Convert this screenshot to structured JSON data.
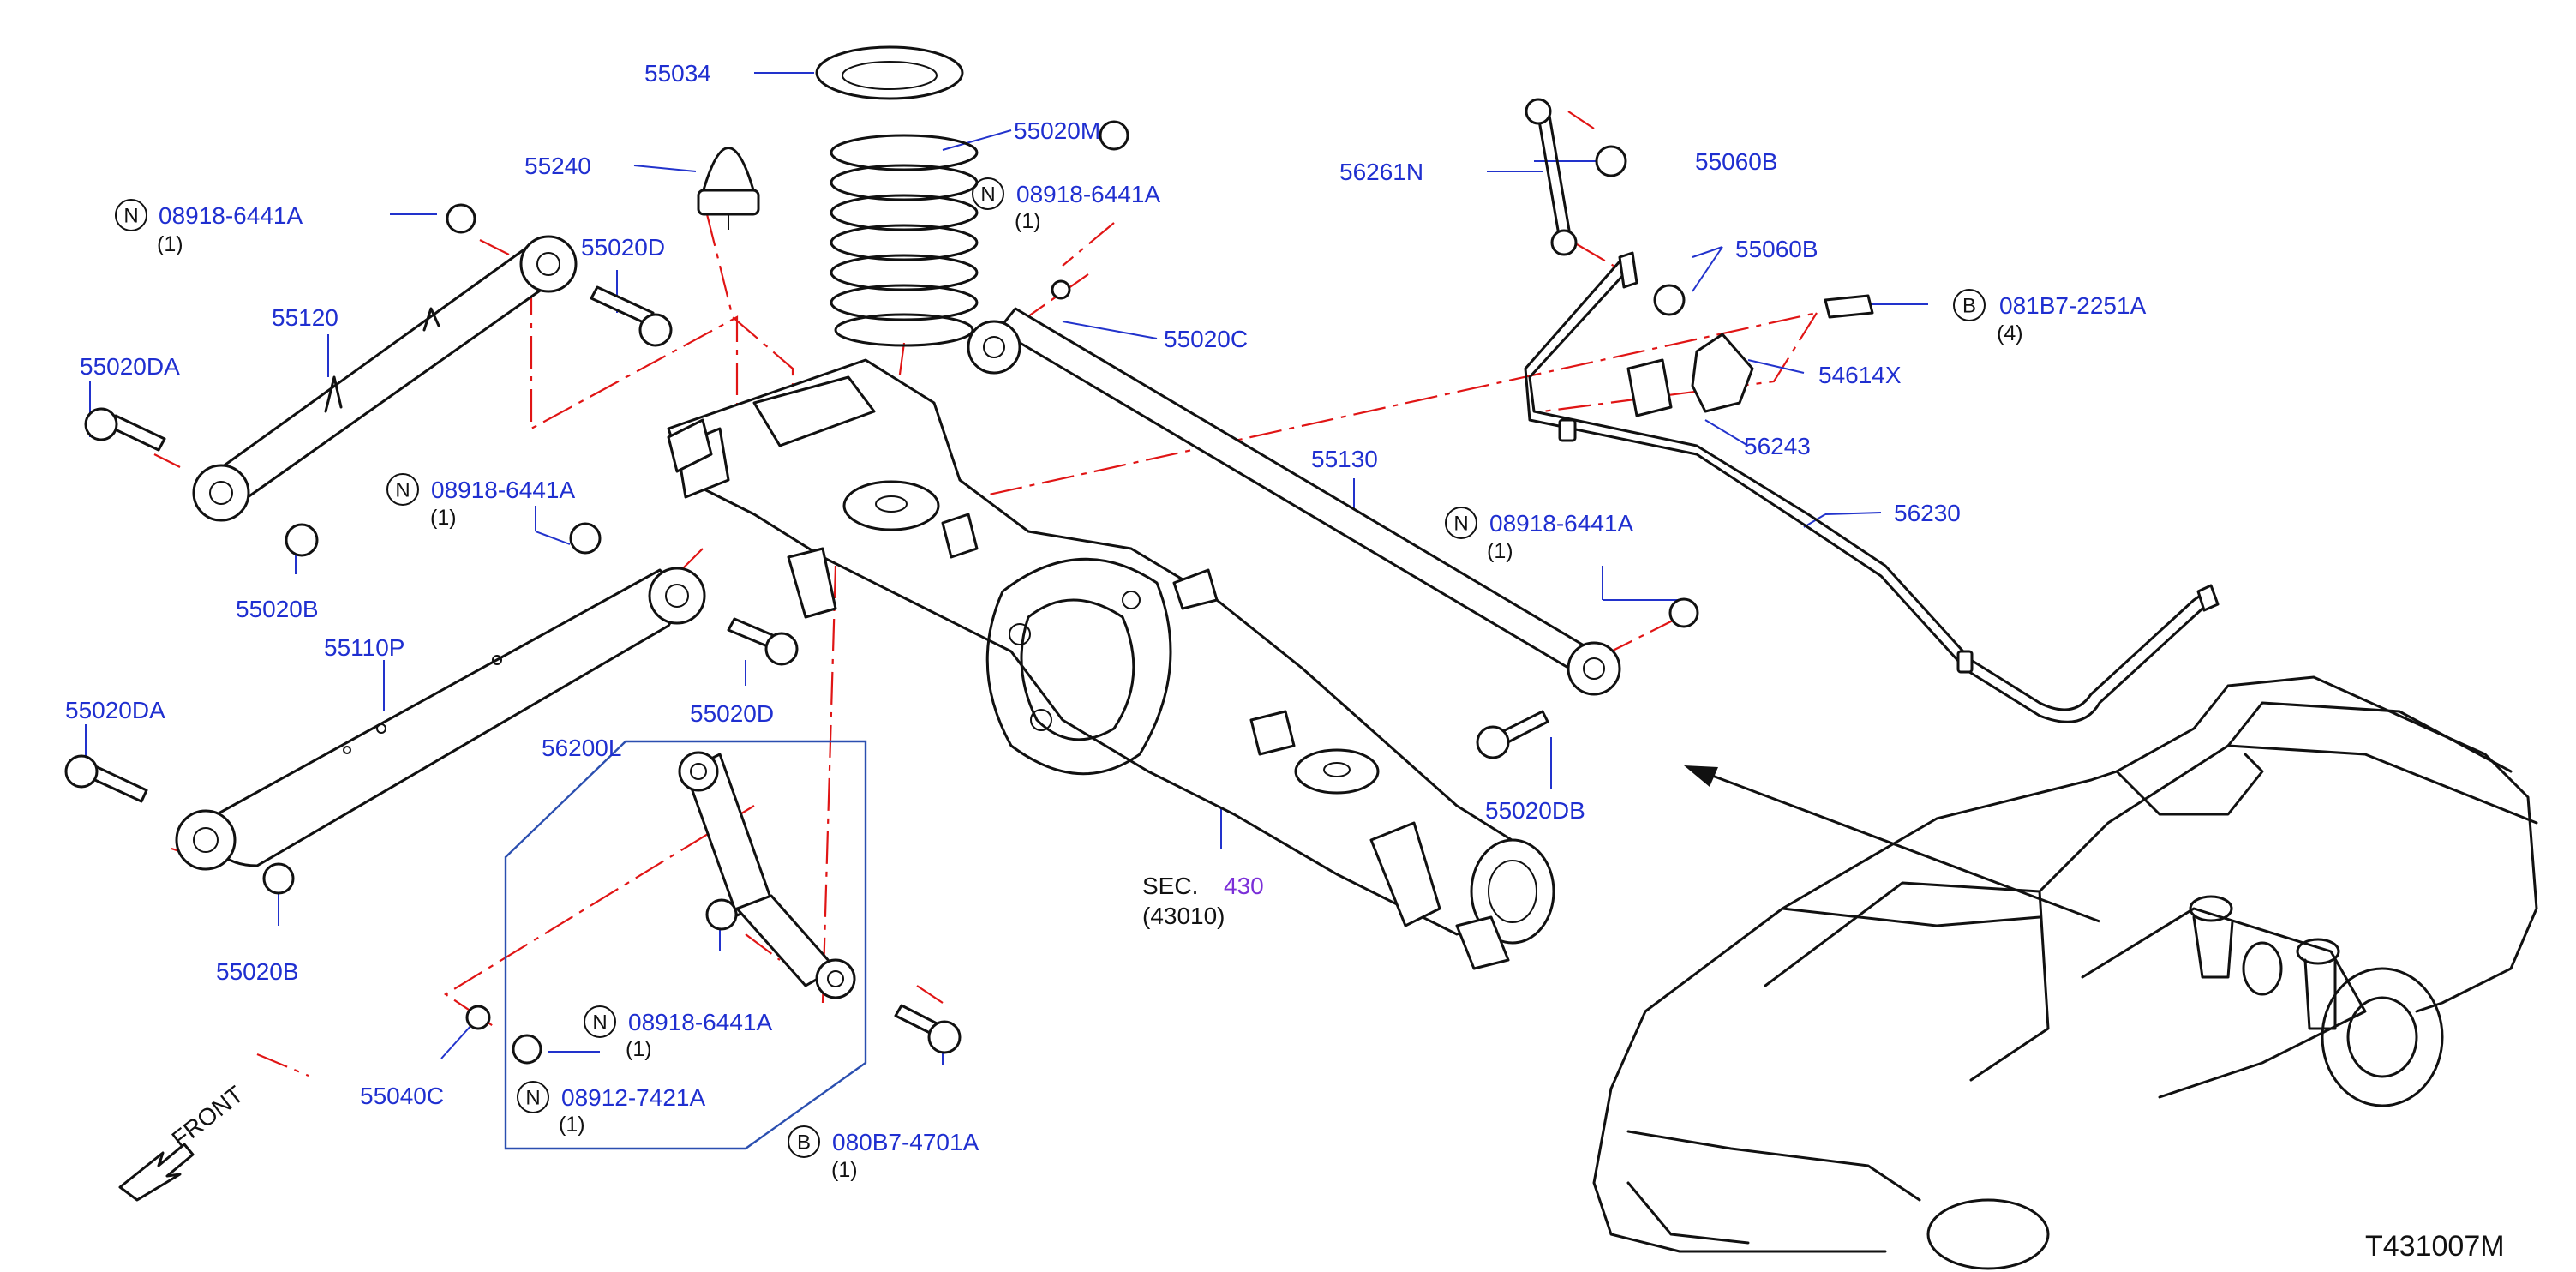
{
  "labels": {
    "p55034": "55034",
    "p55020M": "55020M",
    "p55240": "55240",
    "n1_code": "08918-6441A",
    "n1_qty": "(1)",
    "p55020D_top": "55020D",
    "p55120": "55120",
    "p55020DA_top": "55020DA",
    "p55020B_top": "55020B",
    "n2_code": "08918-6441A",
    "n2_qty": "(1)",
    "p55110P": "55110P",
    "p55020D_mid": "55020D",
    "p55020DA_bot": "55020DA",
    "p55020B_bot": "55020B",
    "p56200L": "56200L",
    "n3_code": "08918-6441A",
    "n3_qty": "(1)",
    "p55020C": "55020C",
    "p56261N": "56261N",
    "p55060B_a": "55060B",
    "p55060B_b": "55060B",
    "b1_code": "081B7-2251A",
    "b1_qty": "(4)",
    "p54614X": "54614X",
    "p56243": "56243",
    "p55130": "55130",
    "p56230": "56230",
    "n4_code": "08918-6441A",
    "n4_qty": "(1)",
    "p55020DB": "55020DB",
    "sec_label": "SEC.",
    "sec_num": "430",
    "sec_sub": "(43010)",
    "n5_code": "08918-6441A",
    "n5_qty": "(1)",
    "p55040C": "55040C",
    "n6_code": "08912-7421A",
    "n6_qty": "(1)",
    "b2_code": "080B7-4701A",
    "b2_qty": "(1)",
    "front": "FRONT",
    "ref_code": "T431007M"
  },
  "badges": {
    "nut": "N",
    "bolt": "B"
  },
  "colors": {
    "part_number": "#1f2fd0",
    "section_number": "#7b2fd8",
    "centerline": "#e01515",
    "group_box": "#2b4fb0"
  }
}
